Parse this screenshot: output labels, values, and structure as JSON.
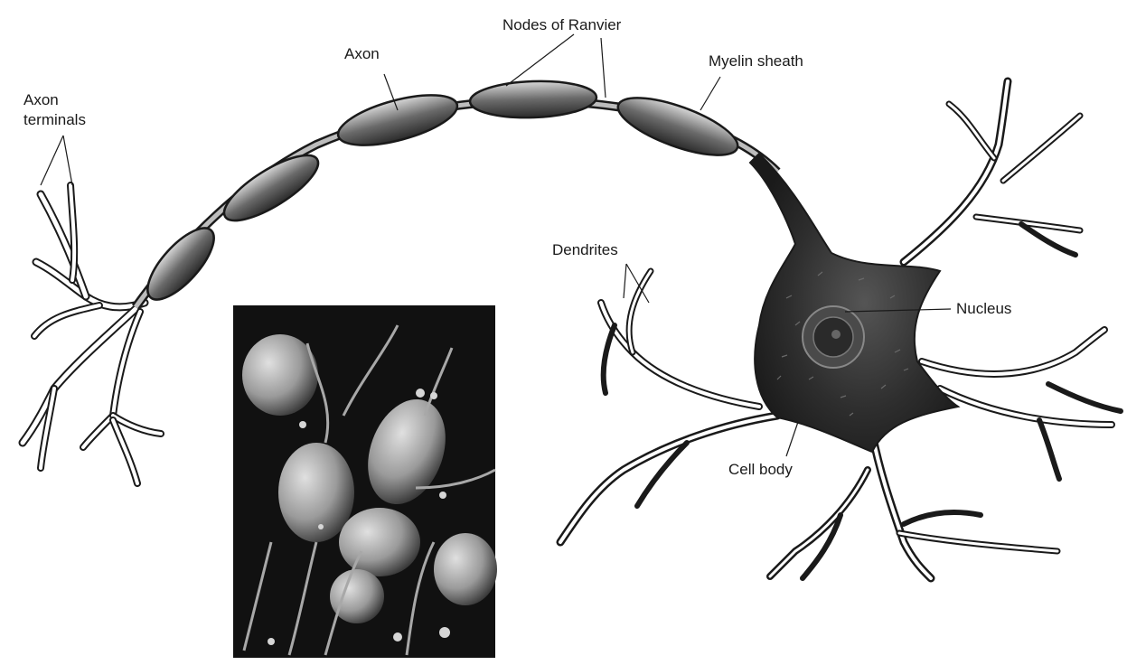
{
  "diagram": {
    "labels": {
      "axon_terminals": "Axon terminals",
      "axon": "Axon",
      "nodes_of_ranvier": "Nodes of Ranvier",
      "myelin_sheath": "Myelin sheath",
      "dendrites": "Dendrites",
      "nucleus": "Nucleus",
      "cell_body": "Cell body"
    },
    "colors": {
      "ink": "#1a1a1a",
      "cell_body_fill": "#3a3a3a",
      "photo_background": "#111111",
      "photo_cells": "#a8a8a8"
    }
  }
}
